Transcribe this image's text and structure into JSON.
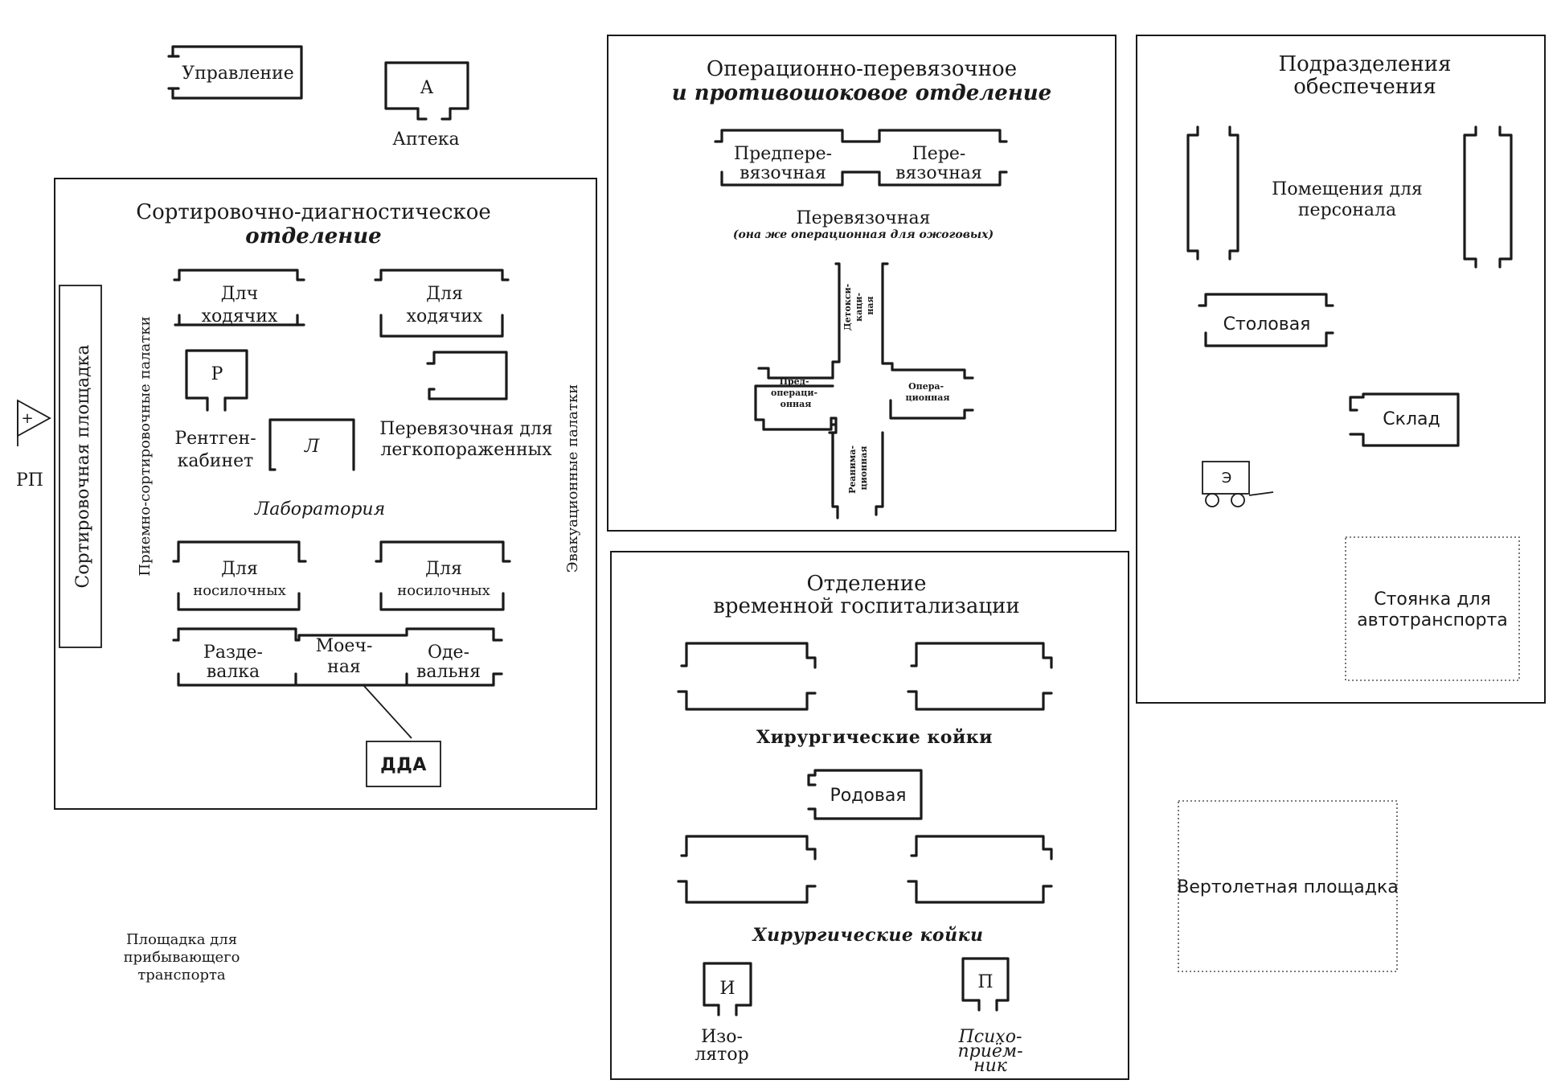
{
  "top_left": {
    "management": "Управление",
    "pharmacy_letter": "А",
    "pharmacy": "Аптека"
  },
  "sorting_dept": {
    "title_line1": "Сортировочно-диагностическое",
    "title_line2": "отделение",
    "sorting_area": "Сортировочная площадка",
    "reception_tents": "Приемно-сортировочные палатки",
    "evac_tents": "Эвакуационные палатки",
    "walking1_l1": "Длч",
    "walking1_l2": "ходячих",
    "walking2_l1": "Для",
    "walking2_l2": "ходячих",
    "xray_letter": "Р",
    "xray_l1": "Рентген-",
    "xray_l2": "кабинет",
    "lab_letter": "Л",
    "lab": "Лаборатория",
    "dressing_light_l1": "Перевязочная для",
    "dressing_light_l2": "легкопораженных",
    "stretcher1_l1": "Для",
    "stretcher1_l2": "носилочных",
    "stretcher2_l1": "Для",
    "stretcher2_l2": "носилочных",
    "undress_l1": "Разде-",
    "undress_l2": "валка",
    "wash_l1": "Моеч-",
    "wash_l2": "ная",
    "dress_l1": "Оде-",
    "dress_l2": "вальня",
    "dda": "ДДА"
  },
  "rp": {
    "label": "РП",
    "flag": "+"
  },
  "operating_dept": {
    "title_line1": "Операционно-перевязочное",
    "title_line2": "и противошоковое отделение",
    "pre_dressing_l1": "Предпере-",
    "pre_dressing_l2": "вязочная",
    "dressing_l1": "Пере-",
    "dressing_l2": "вязочная",
    "dressing_title": "Перевязочная",
    "dressing_note": "(она же операционная для ожоговых)",
    "detox": [
      "Детокси-",
      "каци-",
      "ная"
    ],
    "preop": [
      "Пред-",
      "операци-",
      "онная"
    ],
    "oper": [
      "Опера-",
      "ционная"
    ],
    "reanim": [
      "Реанима-",
      "ционная"
    ]
  },
  "support_dept": {
    "title_line1": "Подразделения",
    "title_line2": "обеспечения",
    "staff_l1": "Помещения для",
    "staff_l2": "персонала",
    "canteen": "Столовая",
    "warehouse": "Склад",
    "generator": "Э",
    "parking_l1": "Стоянка для",
    "parking_l2": "автотранспорта"
  },
  "hosp_dept": {
    "title_line1": "Отделение",
    "title_line2": "временной госпитализации",
    "surgical1": "Хирургические койки",
    "maternity": "Родовая",
    "surgical2": "Хирургические койки",
    "isolator_letter": "И",
    "isolator_l1": "Изо-",
    "isolator_l2": "лятор",
    "psych_letter": "П",
    "psych_l1": "Психо-",
    "psych_l2": "приём-",
    "psych_l3": "ник"
  },
  "bottom": {
    "arrival_l1": "Площадка для",
    "arrival_l2": "прибывающего",
    "arrival_l3": "транспорта",
    "heli": "Вертолетная площадка"
  }
}
